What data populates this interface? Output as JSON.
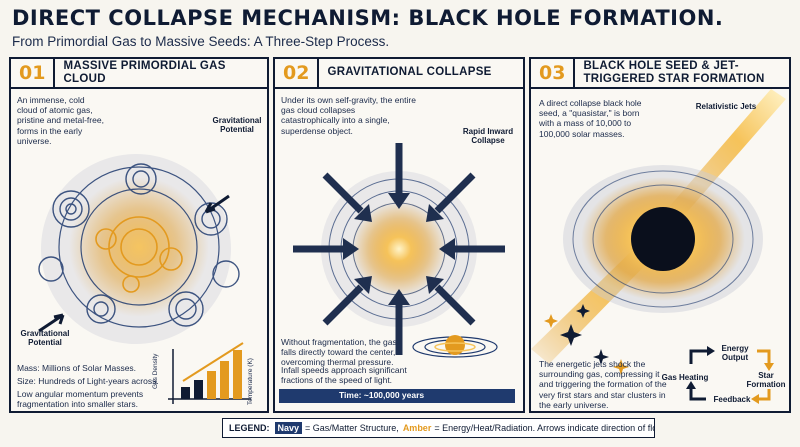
{
  "title": "DIRECT COLLAPSE MECHANISM: BLACK HOLE FORMATION.",
  "subtitle": "From Primordial Gas to Massive Seeds: A Three-Step Process.",
  "panels": [
    {
      "number": "01",
      "title": "MASSIVE PRIMORDIAL GAS CLOUD",
      "intro": "An immense, cold cloud of atomic gas, pristine and metal-free, forms in the early universe.",
      "label_potential_top": "Gravitational Potential",
      "label_potential_bottom": "Gravitational Potential",
      "facts": [
        "Mass: Millions of Solar Masses.",
        "Size: Hundreds of Light-years across.",
        "Low angular momentum prevents fragmentation into smaller stars."
      ],
      "axis_gas_density": "Gas Density",
      "axis_temperature": "Temperature (K)"
    },
    {
      "number": "02",
      "title": "GRAVITATIONAL COLLAPSE",
      "intro": "Under its own self-gravity, the entire gas cloud collapses catastrophically into a single, superdense object.",
      "label_collapse": "Rapid Inward Collapse",
      "fragmentation": "Without fragmentation, the gas falls directly toward the center, overcoming thermal pressure.",
      "infall": "Infall speeds approach significant fractions of the speed of light.",
      "time": "Time: ~100,000 years"
    },
    {
      "number": "03",
      "title": "BLACK HOLE SEED & JET-TRIGGERED STAR FORMATION",
      "intro": "A direct collapse black hole seed, a \"quasistar,\" is born with a mass of 10,000 to 100,000 solar masses.",
      "label_jets": "Relativistic Jets",
      "jets_text": "The energetic jets shock the surrounding gas, compressing it and triggering the formation of the very first stars and star clusters in the early universe.",
      "cycle": [
        "Energy Output",
        "Star Formation",
        "Feedback",
        "Gas Heating"
      ]
    }
  ],
  "legend": {
    "label": "LEGEND:",
    "navy": "Navy",
    "navy_desc": "= Gas/Matter Structure,",
    "amber": "Amber",
    "amber_desc": "= Energy/Heat/Radiation. Arrows indicate direction of flow/force."
  },
  "colors": {
    "navy": "#0f1b33",
    "amber": "#e39a1f",
    "background": "#f7f5ef"
  }
}
